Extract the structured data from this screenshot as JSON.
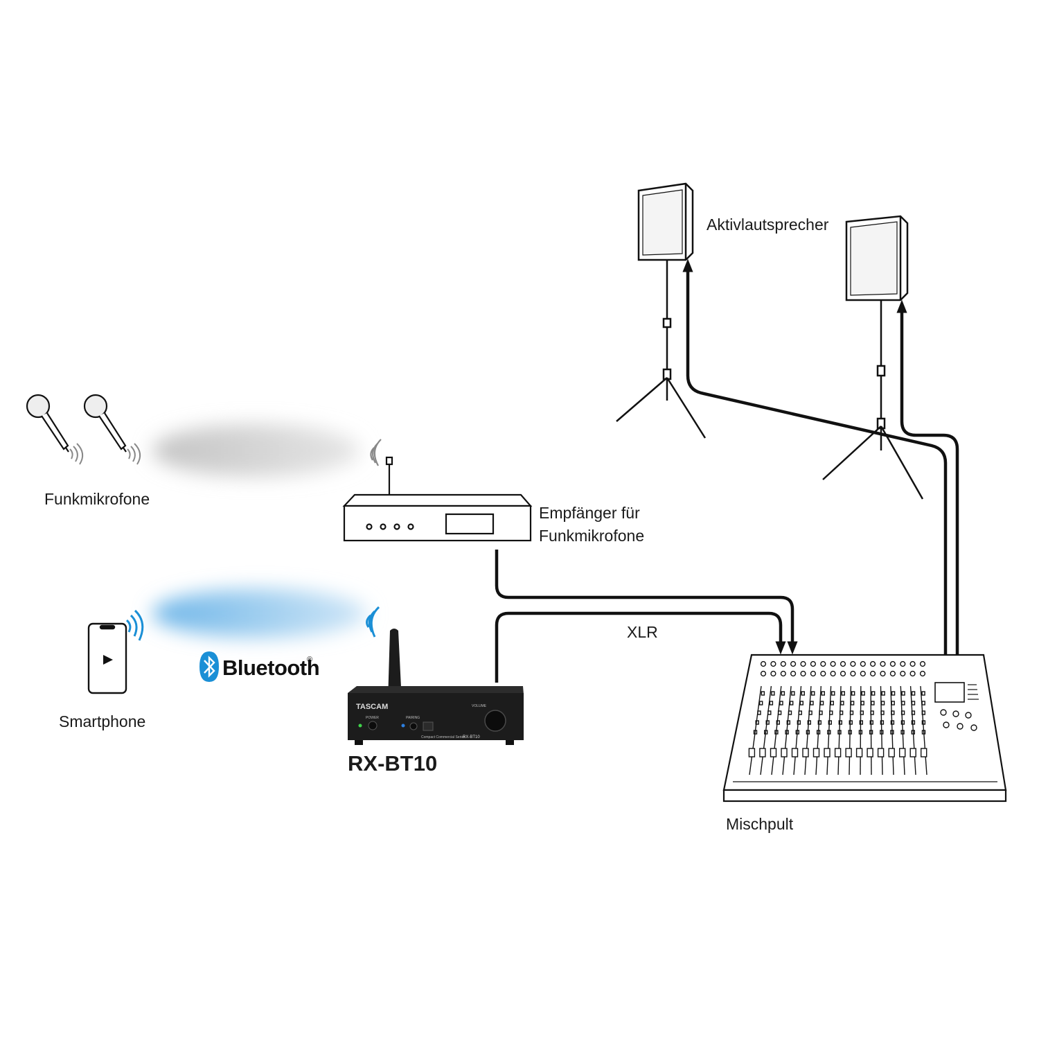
{
  "labels": {
    "speakers": "Aktivlautsprecher",
    "wireless_mics": "Funkmikrofone",
    "receiver_line1": "Empfänger für",
    "receiver_line2": "Funkmikrofone",
    "smartphone": "Smartphone",
    "cable": "XLR",
    "mixer": "Mischpult",
    "device_model": "RX-BT10"
  },
  "device_panel": {
    "brand": "TASCAM",
    "power": "POWER",
    "pairing": "PAIRING",
    "volume": "VOLUME",
    "series": "Compact Commercial Series",
    "model": "RX-BT10"
  },
  "bluetooth": {
    "wordmark": "Bluetooth",
    "registered": "®"
  },
  "colors": {
    "line": "#111111",
    "signal_blue": "#1a8fd6",
    "bt_cloud": "#7fc0ec",
    "rf_cloud": "#c8c8c8",
    "device_body": "#1c1c1c"
  }
}
